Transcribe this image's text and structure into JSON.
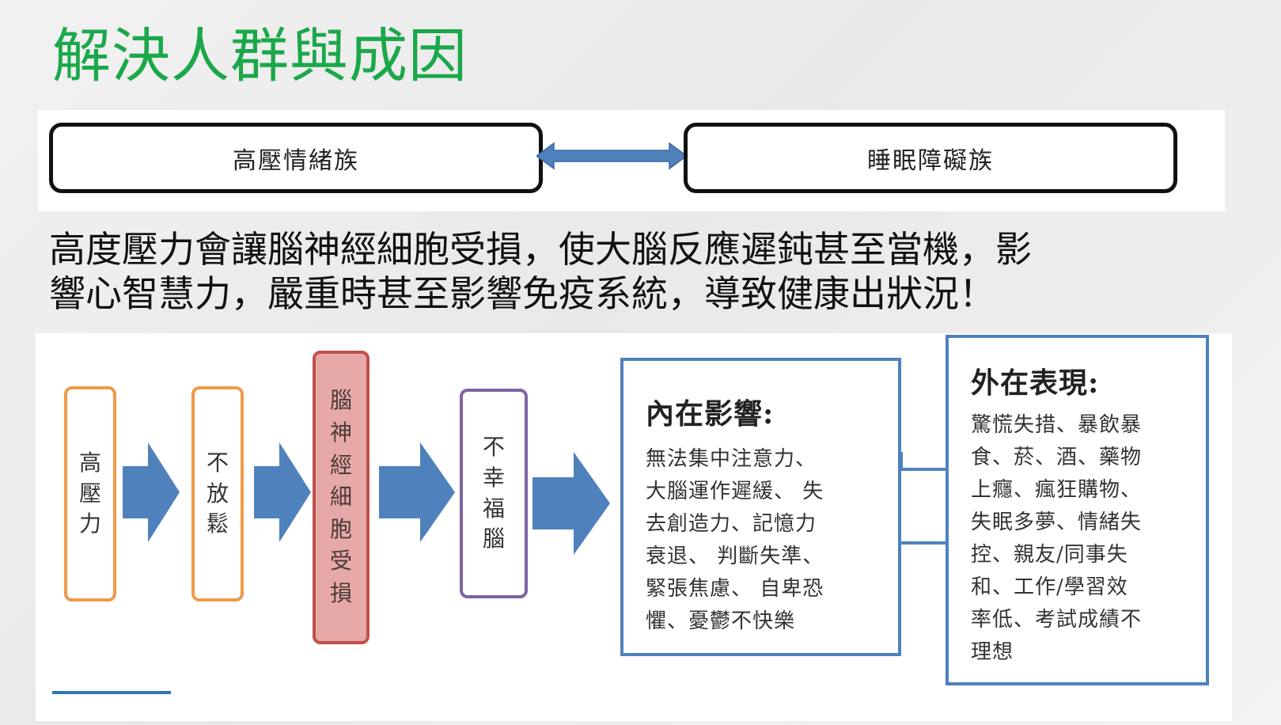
{
  "title": "解決人群與成因",
  "groups": {
    "left": "高壓情緒族",
    "right": "睡眠障礙族"
  },
  "description": {
    "line1": "高度壓力會讓腦神經細胞受損，使大腦反應遲鈍甚至當機，影",
    "line2": "響心智慧力，嚴重時甚至影響免疫系統，導致健康出狀況！"
  },
  "flow": {
    "high_pressure": [
      "高",
      "壓",
      "力"
    ],
    "no_relax": [
      "不",
      "放",
      "鬆"
    ],
    "brain_damage": [
      "腦",
      "神",
      "經",
      "細",
      "胞",
      "受",
      "損"
    ],
    "unhappy_brain": [
      "不",
      "幸",
      "福",
      "腦"
    ]
  },
  "internal": {
    "heading": "內在影響:",
    "lines": [
      "無法集中注意力、",
      "大腦運作遲緩、 失",
      "去創造力、記憶力",
      "衰退、 判斷失準、",
      "緊張焦慮、 自卑恐",
      "懼、憂鬱不快樂"
    ]
  },
  "external": {
    "heading": "外在表現:",
    "lines": [
      "驚慌失措、暴飲暴",
      "食、菸、酒、藥物",
      "上癮、瘋狂購物、",
      "失眠多夢、情緒失",
      "控、親友/同事失",
      "和、工作/學習效",
      "率低、考試成績不",
      "理想"
    ]
  },
  "colors": {
    "title_green": "#1aa84a",
    "arrow_blue": "#4f81bd",
    "orange_border": "#f09a48",
    "red_border": "#c0504d",
    "red_fill": "#e7a9a7",
    "purple_border": "#8064a2",
    "box_blue": "#4f81bd"
  },
  "icons": {
    "double_arrow": "left-right-arrow-icon",
    "flow_arrow": "right-arrow-icon"
  }
}
